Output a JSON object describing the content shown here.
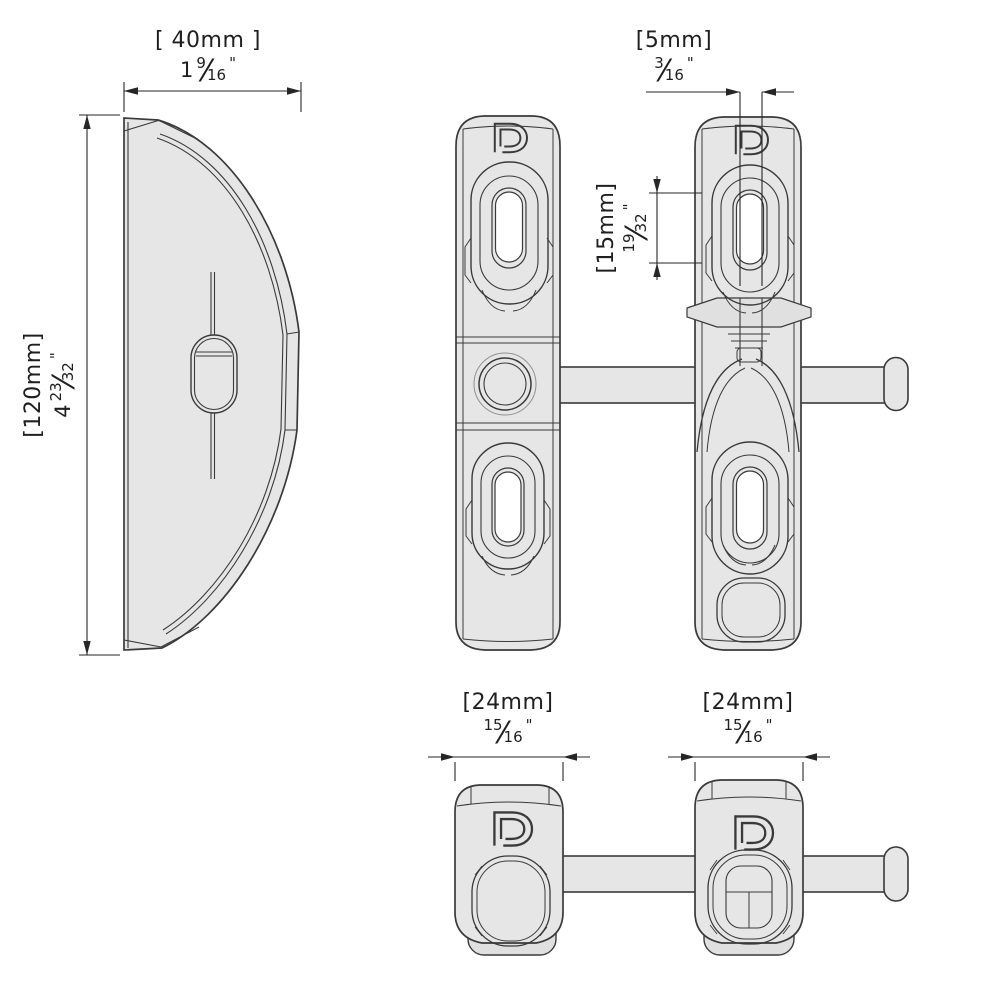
{
  "drawing": {
    "type": "technical-drawing",
    "background": "#ffffff",
    "part_fill": "#e6e6e6",
    "line_color": "#3a3a3a",
    "dimension_color": "#262626",
    "slot_fill": "#ffffff"
  },
  "brand": {
    "logo_icon": "d-logo"
  },
  "views": {
    "handle_profile": "handle-profile-view",
    "latch_front": "latch-front-view",
    "keeper_front": "keeper-front-view",
    "latch_side": "latch-side-view",
    "keeper_side": "keeper-side-view"
  },
  "dimensions": {
    "width_40": {
      "metric": "[ 40mm ]",
      "whole": "1",
      "numerator": "9",
      "denominator": "16"
    },
    "height_120": {
      "metric": "[120mm]",
      "whole": "4",
      "numerator": "23",
      "denominator": "32"
    },
    "gap_5": {
      "metric": "[5mm]",
      "whole": "",
      "numerator": "3",
      "denominator": "16"
    },
    "slot_15": {
      "metric": "[15mm]",
      "whole": "",
      "numerator": "19",
      "denominator": "32"
    },
    "depth_left_24": {
      "metric": "[24mm]",
      "whole": "",
      "numerator": "15",
      "denominator": "16"
    },
    "depth_right_24": {
      "metric": "[24mm]",
      "whole": "",
      "numerator": "15",
      "denominator": "16"
    }
  },
  "ui": {
    "fraction_slash": "⁄",
    "inch_mark": "\""
  }
}
